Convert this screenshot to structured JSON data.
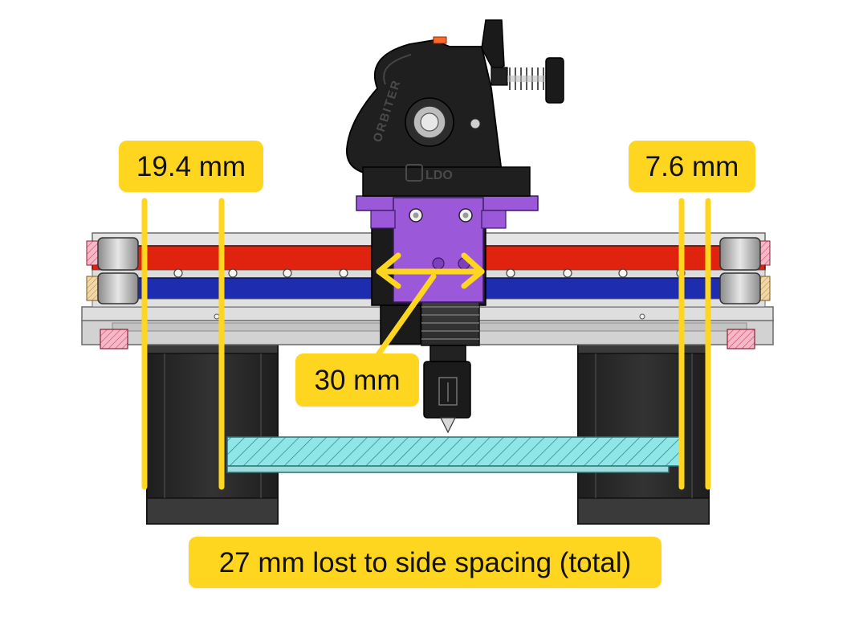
{
  "annotations": {
    "left_spacing": "19.4 mm",
    "right_spacing": "7.6 mm",
    "carriage_width": "30 mm",
    "total_lost": "27 mm lost to side spacing (total)"
  },
  "toolhead": {
    "brand_mark": "ORBITER",
    "maker_mark": "LDO"
  },
  "colors": {
    "annotation_yellow": "#FFD61F",
    "rail_red": "#E0230F",
    "rail_blue": "#1E2DB0",
    "carriage_purple": "#9B59D9",
    "bed_cyan": "#8FE6E6",
    "motor_black": "#2a2a2a",
    "frame_gray": "#D9D9D9"
  }
}
